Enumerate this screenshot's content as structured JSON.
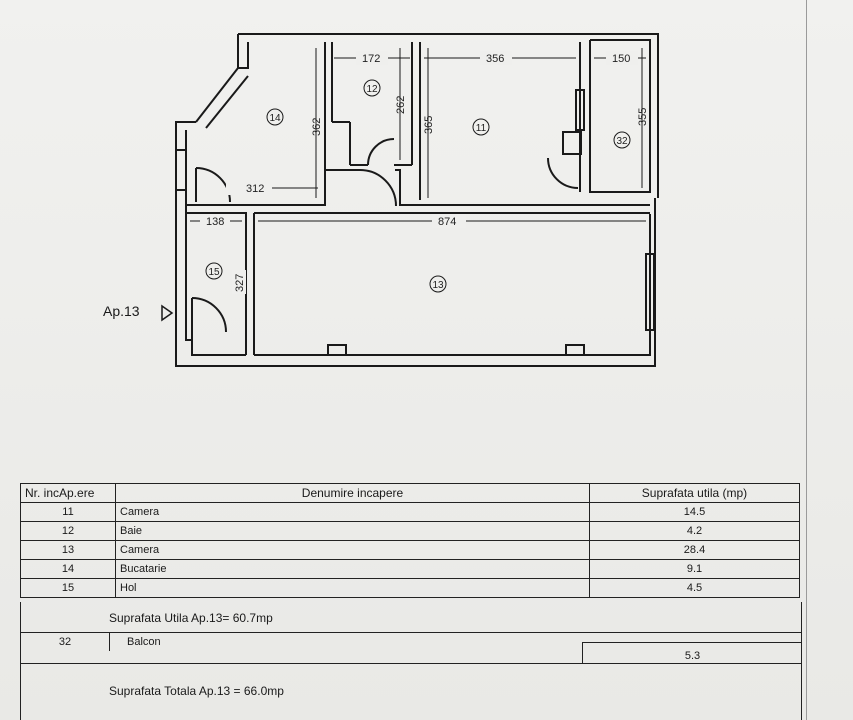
{
  "apartment_label": "Ap.13",
  "plan": {
    "dimensions": {
      "d172": "172",
      "d356": "356",
      "d150": "150",
      "d362": "362",
      "d262": "262",
      "d365": "365",
      "d355": "355",
      "d312": "312",
      "d138": "138",
      "d874": "874",
      "d327": "327"
    },
    "room_numbers": {
      "r11": "11",
      "r12": "12",
      "r13": "13",
      "r14": "14",
      "r15": "15",
      "r32": "32"
    }
  },
  "table": {
    "headers": {
      "nr": "Nr. incAp.ere",
      "name": "Denumire incapere",
      "area": "Suprafata utila (mp)"
    },
    "rows": [
      {
        "nr": "11",
        "name": "Camera",
        "area": "14.5"
      },
      {
        "nr": "12",
        "name": "Baie",
        "area": "4.2"
      },
      {
        "nr": "13",
        "name": "Camera",
        "area": "28.4"
      },
      {
        "nr": "14",
        "name": "Bucatarie",
        "area": "9.1"
      },
      {
        "nr": "15",
        "name": "Hol",
        "area": "4.5"
      }
    ],
    "useful_total": "Suprafata Utila Ap.13= 60.7mp",
    "balcony": {
      "nr": "32",
      "name": "Balcon",
      "area": "5.3"
    },
    "grand_total": "Suprafata Totala Ap.13 = 66.0mp"
  }
}
